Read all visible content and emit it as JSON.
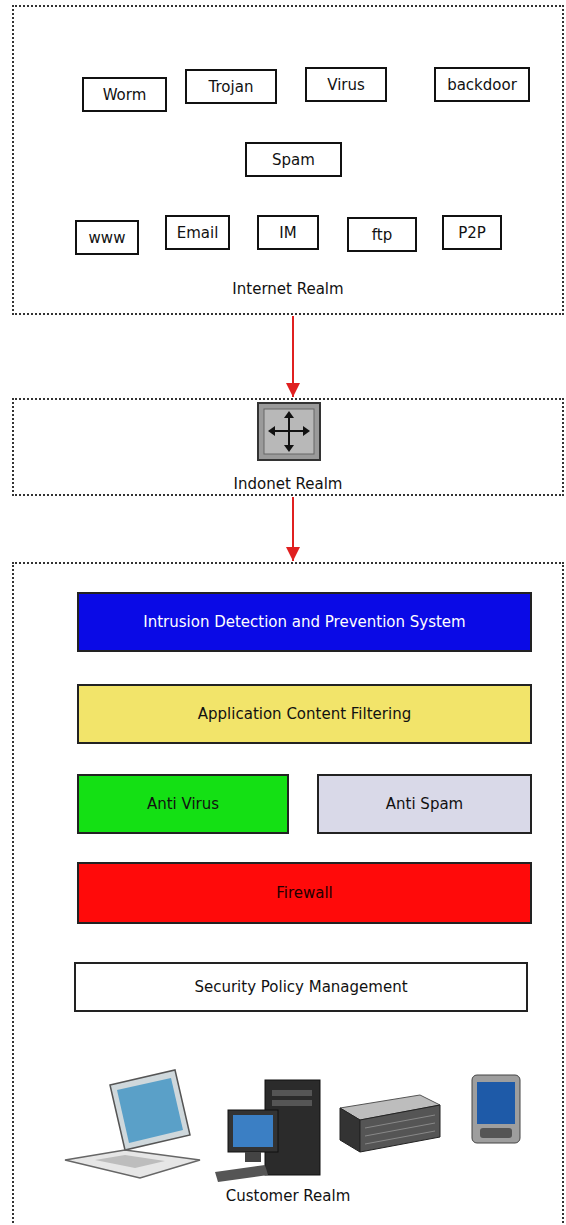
{
  "diagram": {
    "nodes": [
      {
        "text": [
          "Internet Realm"
        ]
      },
      {
        "text": [
          "Worm"
        ],
        "in": 0
      },
      {
        "text": [
          "Trojan"
        ],
        "in": 0
      },
      {
        "text": [
          "Virus"
        ],
        "in": 0
      },
      {
        "text": [
          "backdoor"
        ],
        "in": 0
      },
      {
        "text": [
          "Spam"
        ],
        "in": 0
      },
      {
        "text": [
          "www"
        ],
        "in": 0
      },
      {
        "text": [
          "Email"
        ],
        "in": 0
      },
      {
        "text": [
          "IM"
        ],
        "in": 0
      },
      {
        "text": [
          "ftp"
        ],
        "in": 0
      },
      {
        "text": [
          "P2P"
        ],
        "in": 0
      },
      {
        "text": [
          "Indonet Realm"
        ]
      },
      {
        "text": [
          "Customer Realm"
        ]
      },
      {
        "text": [
          "Intrusion Detection and Prevention System"
        ],
        "in": 12
      },
      {
        "text": [
          "Application Content Filtering"
        ],
        "in": 12
      },
      {
        "text": [
          "Anti Virus"
        ],
        "in": 12
      },
      {
        "text": [
          "Anti Spam"
        ],
        "in": 12
      },
      {
        "text": [
          "Firewall"
        ],
        "in": 12
      },
      {
        "text": [
          "Security Policy Management"
        ],
        "in": 12
      }
    ],
    "edges": [
      {
        "from": 0,
        "to": 11,
        "arrow": "to"
      },
      {
        "from": 11,
        "to": 12,
        "arrow": "to"
      }
    ]
  }
}
